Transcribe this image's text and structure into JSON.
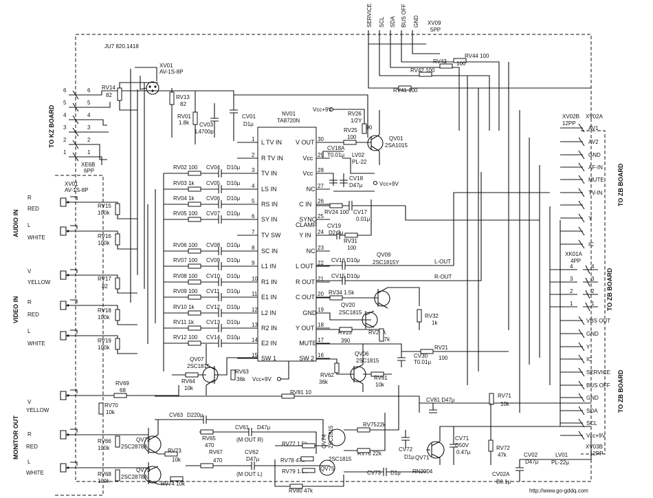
{
  "board": {
    "part_number": "JU7 820.1418",
    "chip_ref": "NV01",
    "chip_name": "TA8720N",
    "vcc9": "Vcc+9V",
    "watermark": "http://www.go-gddq.com"
  },
  "top_connector": {
    "ref": "XV09",
    "type": "5PP",
    "pins": [
      "SERVICE",
      "SCL",
      "SDA",
      "BUS OFF",
      "GND"
    ]
  },
  "left_connectors": {
    "kz_board": "TO KZ BOARD",
    "xe6b": "XE6B",
    "xe6b_type": "6PP",
    "kz_pins": [
      "6",
      "5",
      "4",
      "3",
      "2",
      "1"
    ],
    "xv01_top": "XV01",
    "xv01_top_type": "AV-1S-8P",
    "xv01_side": "XV01",
    "xv01_side_type": "AV-1S-8P",
    "audio_in": "AUDIO IN",
    "video_in": "VIDEO IN",
    "monitor_out": "MONITOR OUT",
    "audio_labels": [
      "R",
      "RED",
      "L",
      "WHITE"
    ],
    "video_labels": [
      "V",
      "YELLOW",
      "R",
      "RED",
      "L",
      "WHITE"
    ],
    "monitor_labels": [
      "V",
      "YELLOW",
      "R",
      "RED",
      "L",
      "WHITE"
    ]
  },
  "ic_pins_left": [
    {
      "num": "1",
      "name": "L TV IN"
    },
    {
      "num": "2",
      "name": "R TV IN"
    },
    {
      "num": "3",
      "name": "TV IN"
    },
    {
      "num": "4",
      "name": "LS IN"
    },
    {
      "num": "5",
      "name": "RS IN"
    },
    {
      "num": "6",
      "name": "SY IN"
    },
    {
      "num": "7",
      "name": "TV SW"
    },
    {
      "num": "8",
      "name": "SC IN"
    },
    {
      "num": "9",
      "name": "L1 IN"
    },
    {
      "num": "10",
      "name": "R1 IN"
    },
    {
      "num": "11",
      "name": "E1 IN"
    },
    {
      "num": "12",
      "name": "L2 IN"
    },
    {
      "num": "13",
      "name": "R2 IN"
    },
    {
      "num": "14",
      "name": "E2 IN"
    },
    {
      "num": "15",
      "name": "SW 1"
    }
  ],
  "ic_pins_right": [
    {
      "num": "30",
      "name": "V OUT"
    },
    {
      "num": "29",
      "name": "Vcc"
    },
    {
      "num": "28",
      "name": "Vcc"
    },
    {
      "num": "27",
      "name": "NC"
    },
    {
      "num": "26",
      "name": "C IN"
    },
    {
      "num": "25",
      "name": "SYNC"
    },
    {
      "num": "",
      "name": "CLAMP"
    },
    {
      "num": "24",
      "name": "Y IN"
    },
    {
      "num": "23",
      "name": "NC"
    },
    {
      "num": "22",
      "name": "L OUT"
    },
    {
      "num": "21",
      "name": "R OUT"
    },
    {
      "num": "20",
      "name": "C OUT"
    },
    {
      "num": "19",
      "name": "GND"
    },
    {
      "num": "18",
      "name": "Y OUT"
    },
    {
      "num": "17",
      "name": "MUTE"
    },
    {
      "num": "16",
      "name": "SW 2"
    }
  ],
  "input_parts": [
    {
      "r": "RV02 100",
      "c": "CV04",
      "cv": "D10μ"
    },
    {
      "r": "RV03 1k",
      "c": "CV05",
      "cv": "D10μ"
    },
    {
      "r": "RV04 1k",
      "c": "CV06",
      "cv": "D10μ"
    },
    {
      "r": "RV05 100",
      "c": "CV07",
      "cv": "D10μ"
    },
    {
      "r": "RV06 100",
      "c": "CV08",
      "cv": "D10μ"
    },
    {
      "r": "RV07 100",
      "c": "CV09",
      "cv": "D10μ"
    },
    {
      "r": "RV08 100",
      "c": "CV10",
      "cv": "D10μ"
    },
    {
      "r": "RV09 100",
      "c": "CV11",
      "cv": "D10μ"
    },
    {
      "r": "RV10 1k",
      "c": "CV12",
      "cv": "D10μ"
    },
    {
      "r": "RV11 1k",
      "c": "CV13",
      "cv": "D10μ"
    },
    {
      "r": "RV12 100",
      "c": "CV14",
      "cv": "D10μ"
    }
  ],
  "top_parts": {
    "rv14": "RV14",
    "rv14v": "82",
    "rv13": "RV13",
    "rv13v": "82",
    "rv01": "RV01",
    "rv01v": "1.8k",
    "cv03": "CV03",
    "cv03v": "L4700p",
    "cv01": "CV01",
    "cv01v": "D1μ",
    "rv26": "RV26",
    "rv26v": "1/2Y",
    "rv26v2": "390",
    "rv25": "RV25",
    "rv25v": "100",
    "qv01": "QV01",
    "qv01v": "2SA1015",
    "cv18a": "CV18A",
    "cv18av": "T0.01μ",
    "lv02": "LV02",
    "lv02v": "PL-22",
    "cv18": "CV18",
    "cv18v": "D47μ",
    "rv24": "RV24 100",
    "cv17": "CV17",
    "cv17v": "0.01μ",
    "cv19": "CV19",
    "cv19v": "D2.2μ",
    "rv31": "RV31",
    "rv31v": "100",
    "rv44": "RV44 100",
    "rv43": "RV43",
    "rv43v": "100",
    "rv42": "RV42 100",
    "rv41": "RV41 100"
  },
  "right_parts": {
    "qv09": "QV09",
    "qv09v": "2SC1815Y",
    "cv16": "CV16 D10μ",
    "cv15": "CV15 D10μ",
    "lout": "L-OUT",
    "rout": "R-OUT",
    "rv34": "RV34 1.5k",
    "qv20": "QV20",
    "qv20v": "2SC1815",
    "rv32": "RV32",
    "rv32v": "1k",
    "rv23": "RV23",
    "rv23v": "390",
    "rv23a": "RV23A",
    "rv23av": "2.7k",
    "rv21": "RV21",
    "rv21v": "100",
    "cv30": "CV30",
    "cv30v": "T0.01μ",
    "qv06": "QV06",
    "qv06v": "2SC1815",
    "rv61": "RV61",
    "rv61v": "10k",
    "rv62": "RV62",
    "rv62v": "36k",
    "qv07": "QV07",
    "qv07v": "2SC1815",
    "rv63": "RV63",
    "rv63v": "36k",
    "rv64": "RV64",
    "rv64v": "10k"
  },
  "side_parts": {
    "rv15": "RV15",
    "rv15v": "100k",
    "rv16": "RV16",
    "rv16v": "100k",
    "rv17": "RV17",
    "rv17v": "82",
    "rv18": "RV18",
    "rv18v": "100k",
    "rv19": "RV19",
    "rv19v": "100k"
  },
  "bottom_parts": {
    "rv69": "RV69",
    "rv69v": "68",
    "rv70": "RV70",
    "rv70v": "10k",
    "rv81": "RV81 10",
    "cv81": "CV81 D47μ",
    "rv71": "RV71",
    "rv71v": "10k",
    "cv63": "CV63",
    "cv63v": "D220μ",
    "cv61": "CV61",
    "cv61v": "D47μ",
    "mout_r": "(M OUT R)",
    "rv65": "RV65",
    "rv65v": "470",
    "rv66": "RV66",
    "rv66v": "100k",
    "qv72": "QV72",
    "qv72v": "2SC2878A",
    "rv73": "RV73",
    "rv73v": "10k",
    "rv67": "RV67",
    "rv67v": "470",
    "cv62": "CV62",
    "cv62v": "D47μ",
    "mout_l": "(M OUT L)",
    "rv68": "RV68",
    "rv68v": "100k",
    "qv73": "QV73",
    "qv73v": "2SC2878A",
    "rv74": "RV74 10k",
    "rv77": "RV77 1.5k",
    "rv78": "RV78 47k",
    "rv79": "RV79 1.5k",
    "rv80": "RV80 47k",
    "qv74": "QV74",
    "qv74v": "2SC1815",
    "qv75": "QV75",
    "qv75v": "2SC1815",
    "rv75": "RV75",
    "rv75v": "22k",
    "rv76": "RV76 22k",
    "cv72": "CV72",
    "cv72v": "D1μ",
    "cv73": "CV73",
    "cv73v": "D1μ",
    "qv71": "QV71",
    "qv71v": "RN2004",
    "cv71": "CV71",
    "cv71v": "D50V",
    "cv71v2": "0.47μ",
    "rv72": "RV72",
    "rv72v": "47k",
    "cv02": "CV02",
    "cv02v": "D47μ",
    "cv02a": "CV02A",
    "cv02av": "B0.1μ",
    "lv01": "LV01",
    "lv01v": "PL-22μ"
  },
  "right_connectors": {
    "xv02b": "XV02B",
    "xv02b_type": "12PP",
    "xv02a": "XV02A",
    "zb_board": "TO ZB BOARD",
    "xv02a_pins": [
      "AV1",
      "AV2",
      "GND",
      "AF-IN",
      "MUTE",
      "TV-IN",
      "",
      "Y",
      "",
      "IC"
    ],
    "xk01a": "XK01A",
    "xk01a_type": "4PP",
    "xk01a_pins": [
      "4",
      "3",
      "2",
      "1"
    ],
    "xk01a_right": [
      "4",
      "3",
      "2",
      "1"
    ],
    "xv03b": "XV03B",
    "xv03b_type": "12PP",
    "xv03b_pins": [
      "VBS OUT",
      "GND",
      "Y",
      "IC",
      "SERVICE",
      "BUS OFF",
      "GND",
      "SDA",
      "SCL",
      "Vcc+9V"
    ]
  }
}
